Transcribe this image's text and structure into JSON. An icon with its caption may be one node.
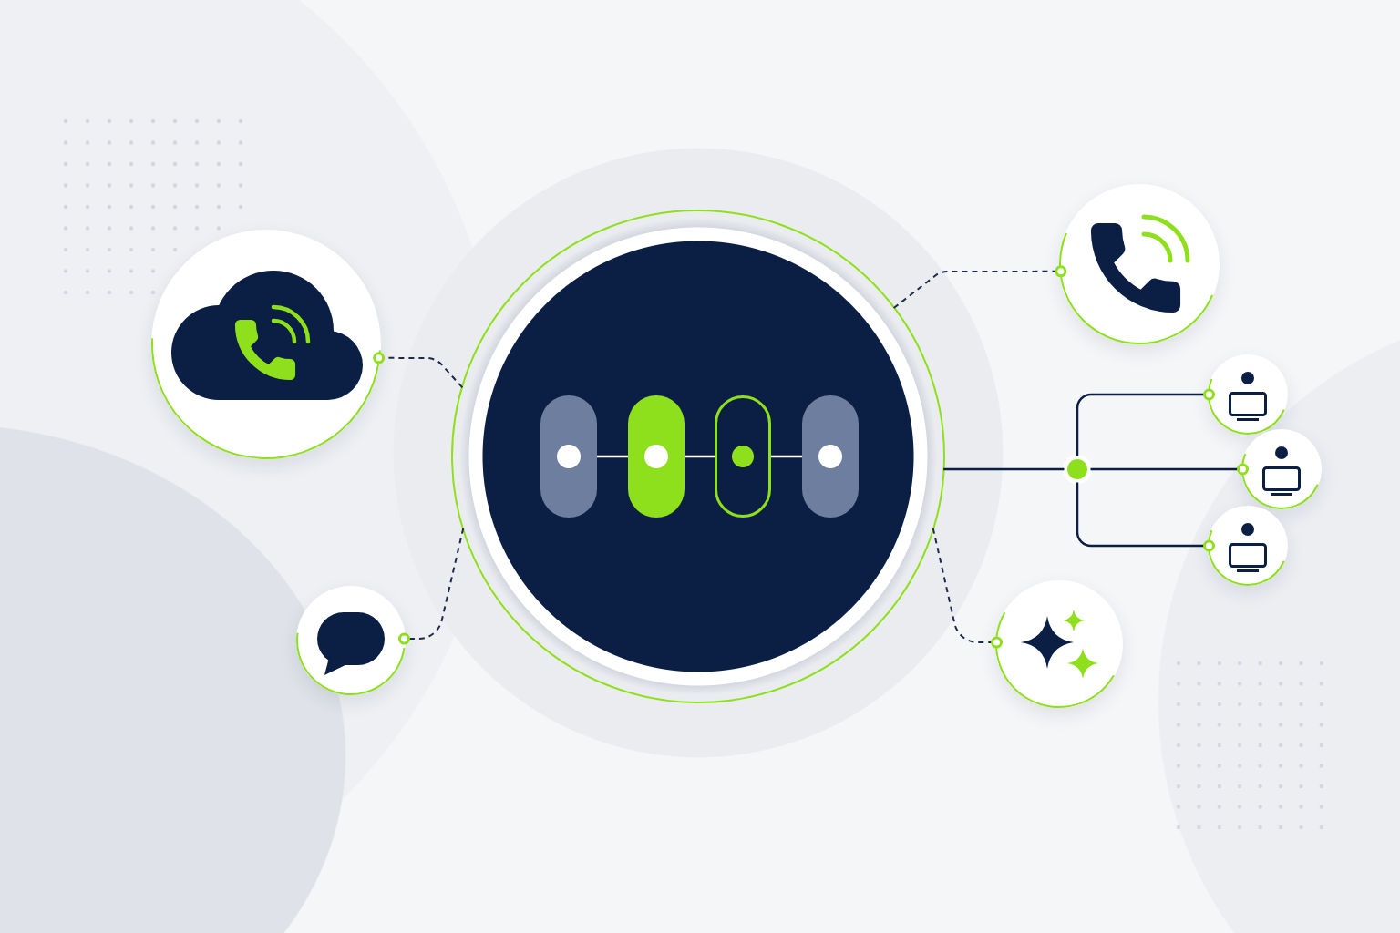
{
  "diagram": {
    "nodes": [
      {
        "text": [],
        "shape": "circle"
      },
      {
        "text": [],
        "shape": "circle"
      },
      {
        "text": [],
        "shape": "circle"
      },
      {
        "text": [],
        "shape": "pill",
        "in": 2
      },
      {
        "text": [],
        "shape": "pill",
        "in": 2
      },
      {
        "text": [],
        "shape": "pill",
        "in": 2
      },
      {
        "text": [],
        "shape": "pill",
        "in": 2
      },
      {
        "text": [],
        "shape": "circle"
      },
      {
        "text": [],
        "shape": "circle"
      },
      {
        "text": [],
        "shape": "circle"
      },
      {
        "text": [],
        "shape": "circle"
      },
      {
        "text": [],
        "shape": "circle"
      },
      {
        "text": [],
        "shape": "circle"
      }
    ],
    "edges": [
      {
        "from": 2,
        "to": 0,
        "arrow": "other",
        "style": "dashed"
      },
      {
        "from": 2,
        "to": 1,
        "arrow": "other",
        "style": "dashed"
      },
      {
        "from": 2,
        "to": 8,
        "arrow": "none"
      },
      {
        "from": 8,
        "to": 7,
        "arrow": "other"
      },
      {
        "from": 8,
        "to": 9,
        "arrow": "other"
      },
      {
        "from": 8,
        "to": 10,
        "arrow": "other"
      },
      {
        "from": 2,
        "to": 11,
        "arrow": "other",
        "style": "dashed"
      },
      {
        "from": 2,
        "to": 12,
        "arrow": "other",
        "style": "dashed"
      },
      {
        "from": 3,
        "to": 4,
        "arrow": "none",
        "color": "#ffffff"
      },
      {
        "from": 4,
        "to": 5,
        "arrow": "none",
        "color": "#ffffff"
      },
      {
        "from": 5,
        "to": 6,
        "arrow": "none",
        "color": "#ffffff"
      }
    ]
  }
}
